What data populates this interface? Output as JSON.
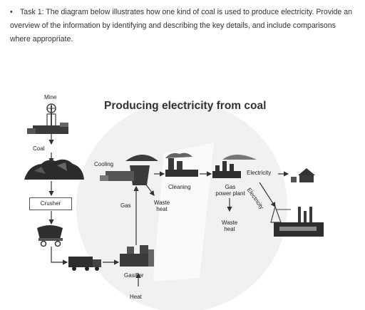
{
  "task": {
    "bullet": "•",
    "text": "Task 1: The diagram below illustrates how one kind of coal is used to produce electricity. Provide an overview of the information by identifying and describing the key details, and include comparisons where appropriate."
  },
  "diagram": {
    "title": "Producing electricity from coal",
    "labels": {
      "mine": "Mine",
      "coal": "Coal",
      "crusher": "Crusher",
      "cooling": "Cooling",
      "cleaning": "Cleaning",
      "gas": "Gas",
      "waste_heat_1_line1": "Waste",
      "waste_heat_1_line2": "heat",
      "gas_power_plant_line1": "Gas",
      "gas_power_plant_line2": "power plant",
      "electricity_1": "Electricity",
      "electricity_2": "Electricity",
      "waste_heat_2_line1": "Waste",
      "waste_heat_2_line2": "heat",
      "gasifier": "Gasifier",
      "heat": "Heat"
    }
  }
}
